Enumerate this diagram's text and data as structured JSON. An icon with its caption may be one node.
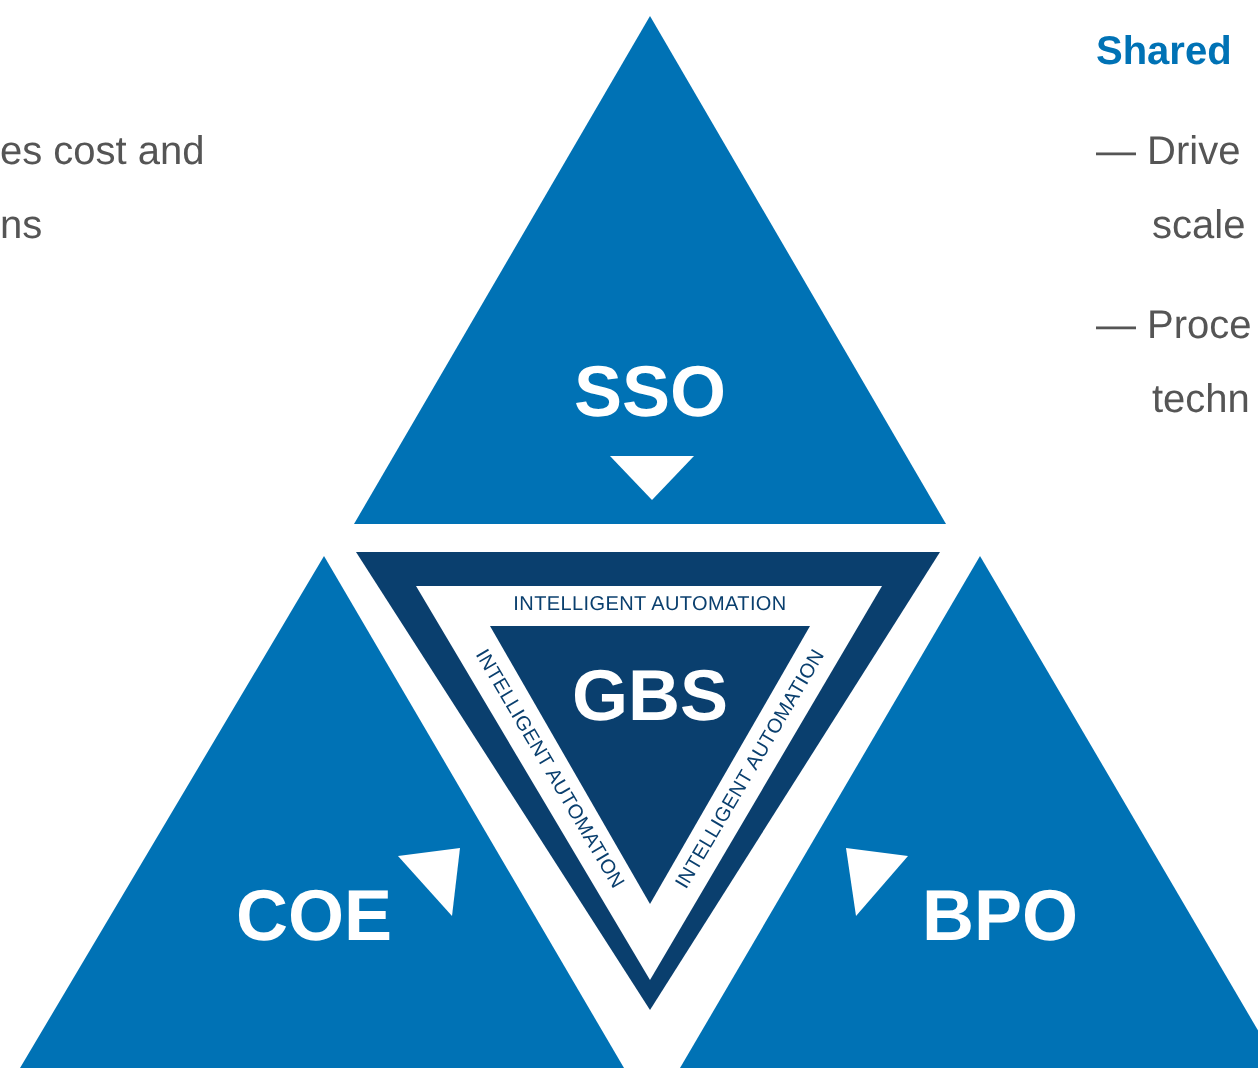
{
  "diagram": {
    "nodes": [
      {
        "text": [
          "SSO"
        ]
      },
      {
        "text": [
          "COE"
        ]
      },
      {
        "text": [
          "BPO"
        ]
      },
      {
        "text": [
          "INTELLIGENT AUTOMATION",
          "INTELLIGENT AUTOMATION",
          "INTELLIGENT AUTOMATION"
        ]
      },
      {
        "text": [
          "GBS"
        ],
        "in": 3
      }
    ],
    "edges": [],
    "labels": [
      "es cost and ns",
      "Shared",
      "— Drive scale",
      "— Proce techn"
    ]
  }
}
